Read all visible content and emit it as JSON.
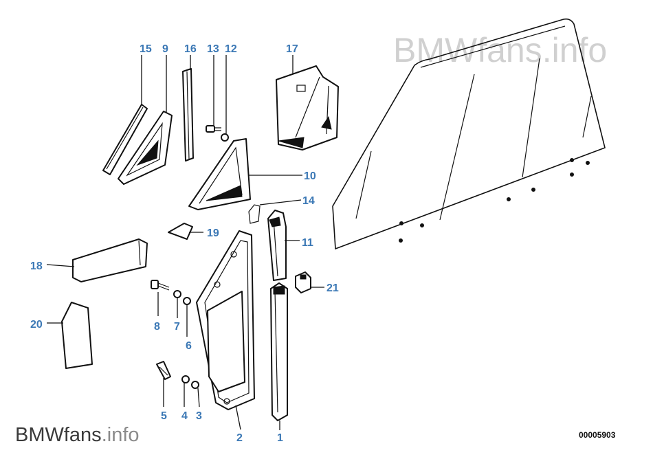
{
  "watermark_top": {
    "brand": "BMWfans",
    "suffix": ".info"
  },
  "watermark_bottom": {
    "brand": "BMWfans",
    "suffix": ".info"
  },
  "document_number": "00005903",
  "callouts": [
    "15",
    "9",
    "16",
    "13",
    "12",
    "17",
    "10",
    "14",
    "19",
    "11",
    "18",
    "21",
    "8",
    "7",
    "6",
    "20",
    "5",
    "4",
    "3",
    "2",
    "1"
  ]
}
